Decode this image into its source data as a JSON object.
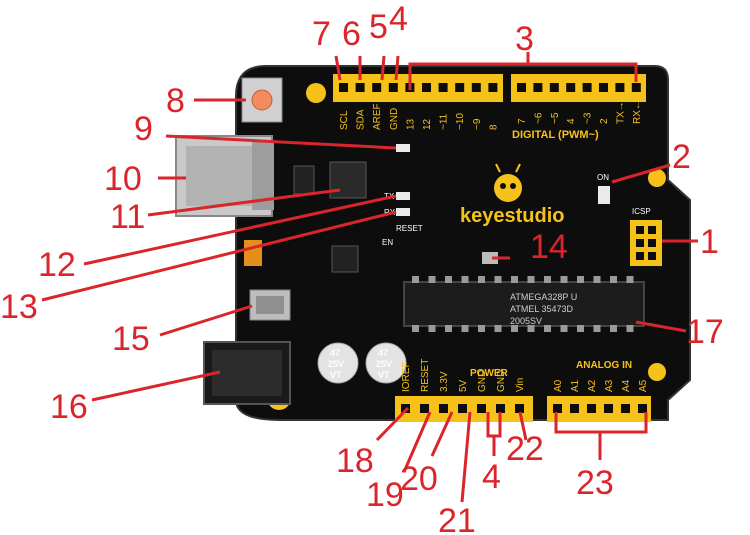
{
  "brand": {
    "name": "keyestudio",
    "color": "#f6c21a"
  },
  "colors": {
    "board": "#0d0d0d",
    "header": "#f6c21a",
    "callout": "#d9252b",
    "chip": "#2a2a2a"
  },
  "top_left_pins": [
    "SCL",
    "SDA",
    "AREF",
    "GND",
    "13",
    "12",
    "~11",
    "~10",
    "~9",
    "8"
  ],
  "top_right_pins": [
    "7",
    "~6",
    "~5",
    "4",
    "~3",
    "2",
    "TX→1",
    "RX←0"
  ],
  "digital_label": "DIGITAL (PWM~)",
  "power_label": "POWER",
  "power_pins": [
    "IOREF",
    "RESET",
    "3.3V",
    "5V",
    "GND",
    "GND",
    "Vin"
  ],
  "analog_label": "ANALOG IN",
  "analog_pins": [
    "A0",
    "A1",
    "A2",
    "A3",
    "A4",
    "A5"
  ],
  "led_labels": {
    "on": "ON",
    "tx": "TX",
    "rx": "RX",
    "reset": "RESET",
    "en": "EN"
  },
  "icsp_label": "ICSP",
  "chip": {
    "line1": "ATMEGA328P U",
    "line2": "ATMEL 35473D",
    "line3": "2005SV"
  },
  "capacitors": [
    {
      "line1": "47",
      "line2": "25V",
      "line3": "VT"
    },
    {
      "line1": "47",
      "line2": "25V",
      "line3": "VT"
    }
  ],
  "callouts": [
    "1",
    "2",
    "3",
    "4",
    "5",
    "6",
    "7",
    "8",
    "9",
    "10",
    "11",
    "12",
    "13",
    "14",
    "15",
    "16",
    "17",
    "18",
    "19",
    "20",
    "21",
    "4",
    "22",
    "23"
  ]
}
